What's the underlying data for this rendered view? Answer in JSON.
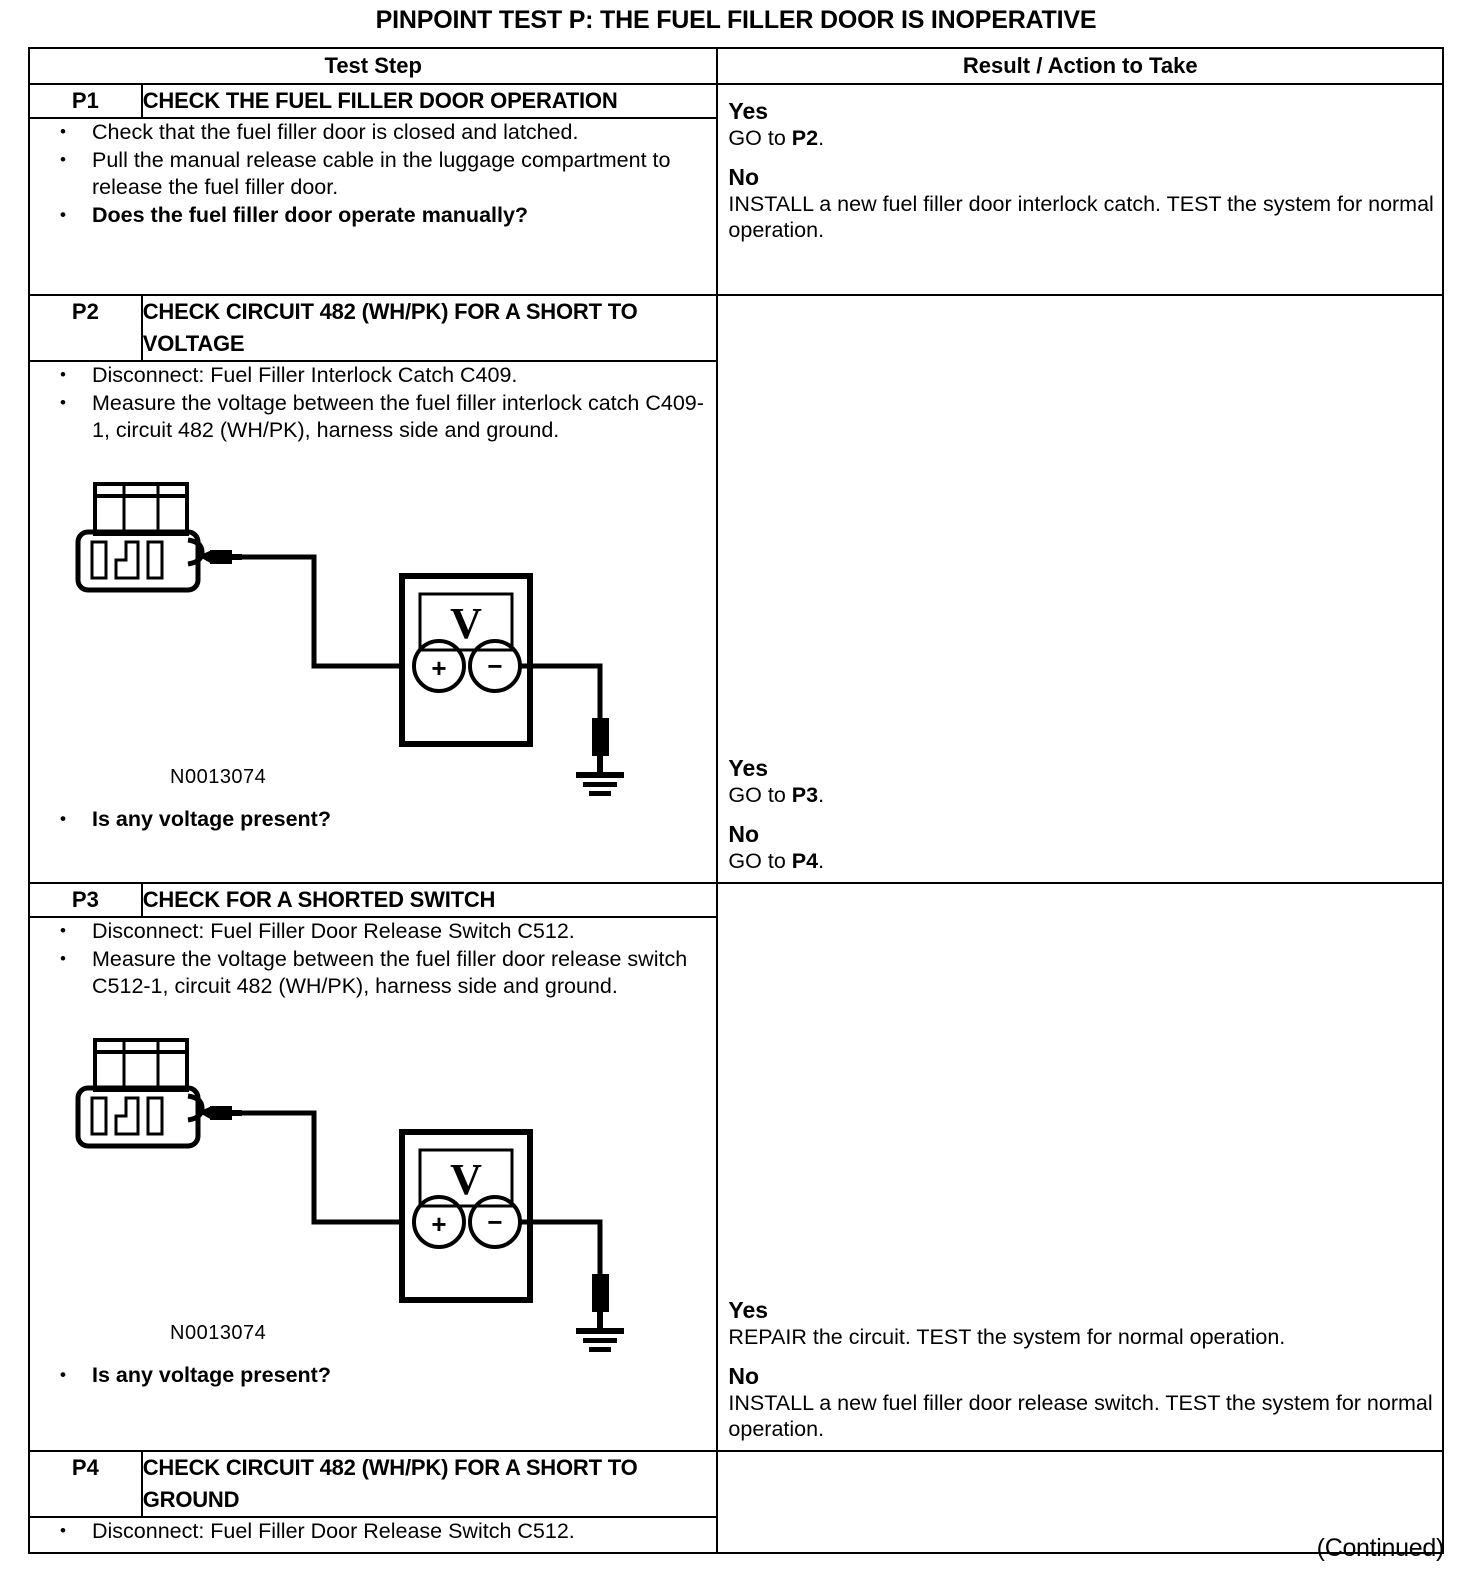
{
  "document": {
    "title": "PINPOINT TEST  P: THE FUEL FILLER DOOR IS INOPERATIVE",
    "footer": "(Continued)"
  },
  "table": {
    "headers": {
      "test_step": "Test Step",
      "result_action": "Result / Action to Take"
    },
    "steps": [
      {
        "id": "P1",
        "title": "CHECK THE FUEL FILLER DOOR OPERATION",
        "bullets": [
          "Check that the fuel filler door is closed and latched.",
          "Pull the manual release cable in the luggage compartment to release the fuel filler door.",
          "Does the fuel filler door operate manually?"
        ],
        "bold_bullets": [
          false,
          false,
          true
        ],
        "results": [
          {
            "head": "Yes",
            "text": "GO to ",
            "ref": "P2",
            "tail": "."
          },
          {
            "head": "No",
            "text": "INSTALL a new fuel filler door interlock catch. TEST the system for normal operation.",
            "ref": "",
            "tail": ""
          }
        ]
      },
      {
        "id": "P2",
        "title": "CHECK CIRCUIT 482 (WH/PK) FOR A SHORT TO VOLTAGE",
        "bullets": [
          "Disconnect: Fuel Filler Interlock Catch C409.",
          "Measure the voltage between the fuel filler interlock catch C409-1, circuit 482 (WH/PK), harness side and ground."
        ],
        "bold_bullets": [
          false,
          false
        ],
        "diagram_label": "N0013074",
        "meter_symbol": "V",
        "probe_plus": "+",
        "probe_minus": "−",
        "question": "Is any voltage present?",
        "results": [
          {
            "head": "Yes",
            "text": "GO to ",
            "ref": "P3",
            "tail": "."
          },
          {
            "head": "No",
            "text": "GO to ",
            "ref": "P4",
            "tail": "."
          }
        ]
      },
      {
        "id": "P3",
        "title": "CHECK FOR A SHORTED SWITCH",
        "bullets": [
          "Disconnect: Fuel Filler Door Release Switch C512.",
          "Measure the voltage between the fuel filler door release switch C512-1, circuit 482 (WH/PK), harness side and ground."
        ],
        "bold_bullets": [
          false,
          false
        ],
        "diagram_label": "N0013074",
        "meter_symbol": "V",
        "probe_plus": "+",
        "probe_minus": "−",
        "question": "Is any voltage present?",
        "results": [
          {
            "head": "Yes",
            "text": "REPAIR the circuit. TEST the system for normal operation.",
            "ref": "",
            "tail": ""
          },
          {
            "head": "No",
            "text": "INSTALL a new fuel filler door release switch. TEST the system for normal operation.",
            "ref": "",
            "tail": ""
          }
        ]
      },
      {
        "id": "P4",
        "title": "CHECK CIRCUIT 482 (WH/PK) FOR A SHORT TO GROUND",
        "bullets": [
          "Disconnect: Fuel Filler Door Release Switch C512."
        ],
        "bold_bullets": [
          false
        ],
        "results": []
      }
    ]
  },
  "colors": {
    "ink": "#000000",
    "paper": "#ffffff"
  }
}
